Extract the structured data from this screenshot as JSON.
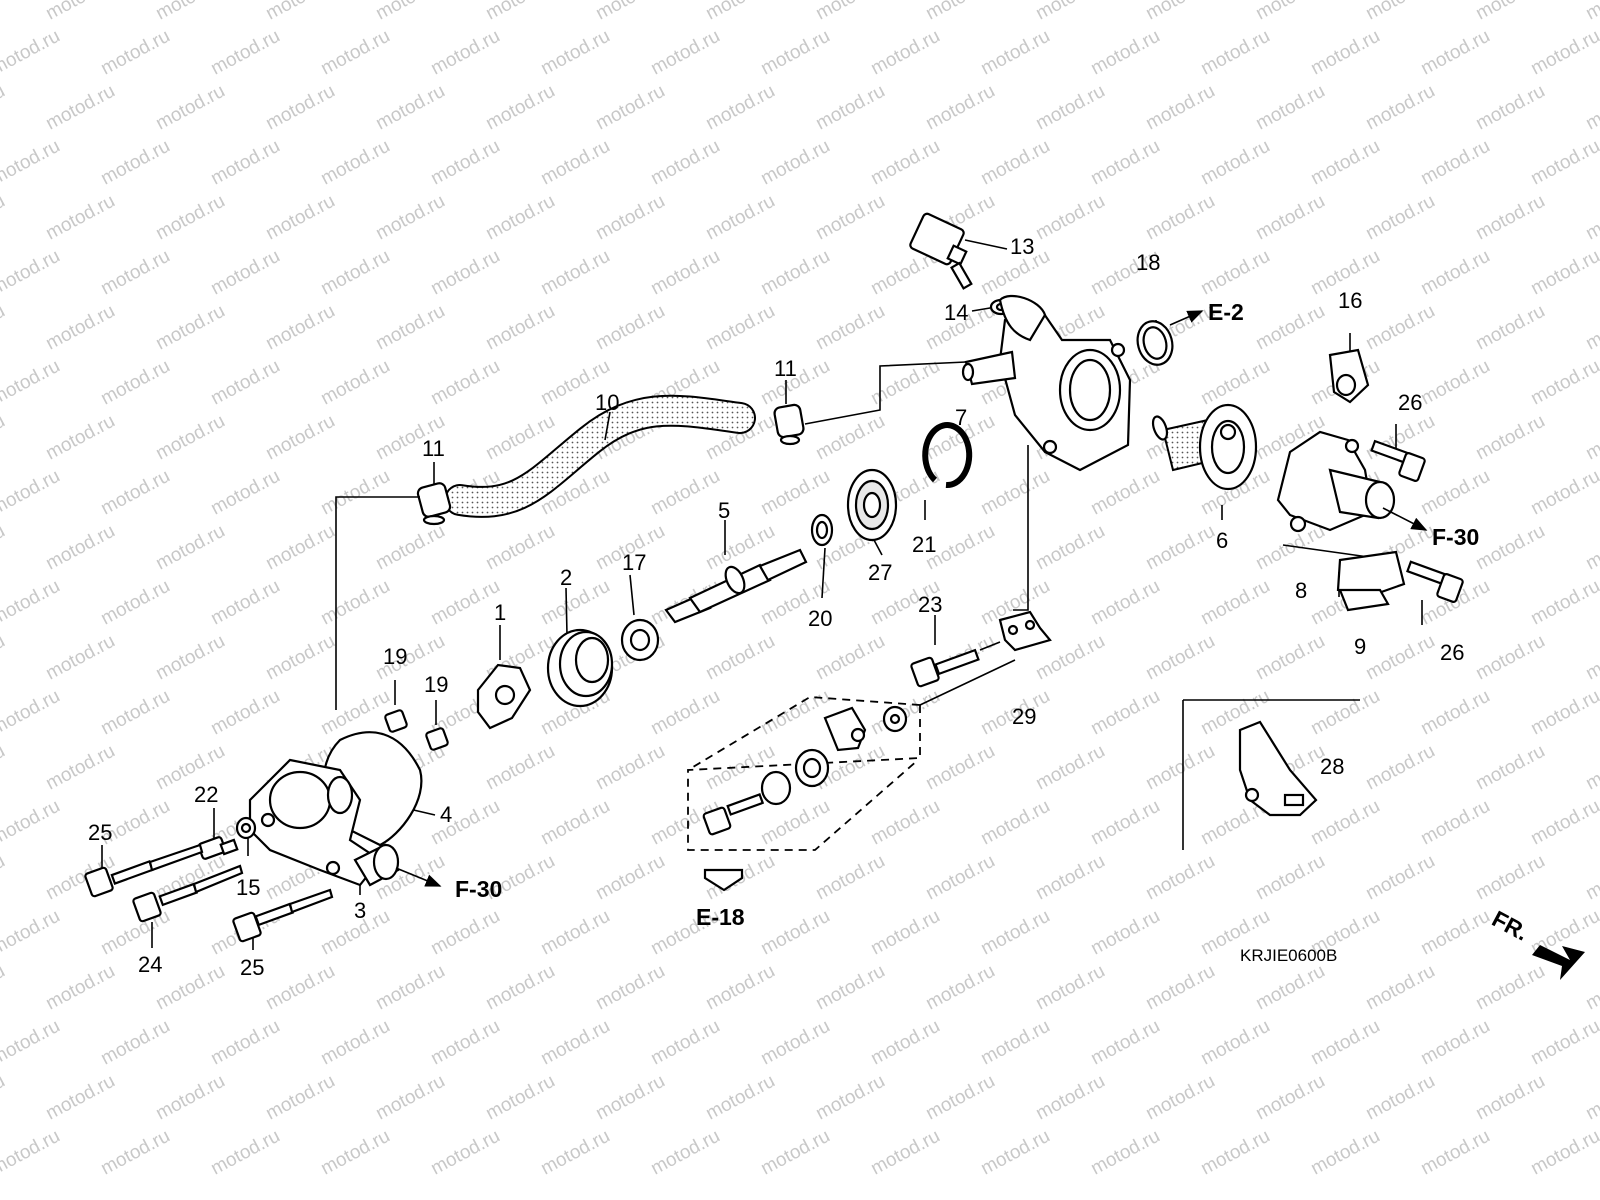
{
  "watermark": "motod.ru",
  "diagram_code": "KRJIE0600B",
  "direction_label": "FR.",
  "callouts": {
    "c1": "1",
    "c2": "2",
    "c3": "3",
    "c4": "4",
    "c5": "5",
    "c6": "6",
    "c7": "7",
    "c8": "8",
    "c9": "9",
    "c10": "10",
    "c11a": "11",
    "c11b": "11",
    "c13": "13",
    "c14": "14",
    "c15": "15",
    "c16": "16",
    "c17": "17",
    "c18": "18",
    "c19a": "19",
    "c19b": "19",
    "c20": "20",
    "c21": "21",
    "c22": "22",
    "c23": "23",
    "c24": "24",
    "c25a": "25",
    "c25b": "25",
    "c26a": "26",
    "c26b": "26",
    "c27": "27",
    "c28": "28",
    "c29": "29"
  },
  "references": {
    "e2": "E-2",
    "f30_right": "F-30",
    "f30_left": "F-30",
    "e18": "E-18"
  },
  "colors": {
    "line": "#000000",
    "watermark": "#c8c8c8",
    "part_fill": "#ffffff"
  }
}
